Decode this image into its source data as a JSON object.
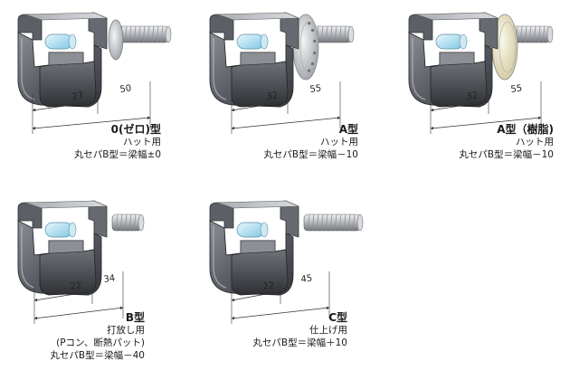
{
  "products": [
    {
      "id": "zero",
      "title": "0(ゼロ)型",
      "lines": [
        "ハット用",
        "丸セパB型＝梁幅±0"
      ],
      "dim_short": "27",
      "dim_long": "50",
      "bolt": "washer-gray"
    },
    {
      "id": "a",
      "title": "A型",
      "lines": [
        "ハット用",
        "丸セパB型＝梁幅－10"
      ],
      "dim_short": "32",
      "dim_long": "55",
      "bolt": "flange-gray"
    },
    {
      "id": "a-resin",
      "title": "A型（樹脂)",
      "lines": [
        "ハット用",
        "丸セパB型＝梁幅－10"
      ],
      "dim_short": "32",
      "dim_long": "55",
      "bolt": "flange-resin"
    },
    {
      "id": "b",
      "title": "B型",
      "lines": [
        "打放し用",
        "(Pコン、断熱パット)",
        "丸セパB型＝梁幅－40"
      ],
      "dim_short": "22",
      "dim_long": "34",
      "bolt": "short"
    },
    {
      "id": "c",
      "title": "C型",
      "lines": [
        "仕上げ用",
        "丸セパB型＝梁幅＋10"
      ],
      "dim_short": "22",
      "dim_long": "45",
      "bolt": "long"
    }
  ],
  "colors": {
    "metal_dark": "#4a4d52",
    "metal_mid": "#7d8187",
    "metal_light": "#c9ccd0",
    "resin": "#e8e3c4",
    "roller": "#aee0f2",
    "line": "#333333"
  }
}
